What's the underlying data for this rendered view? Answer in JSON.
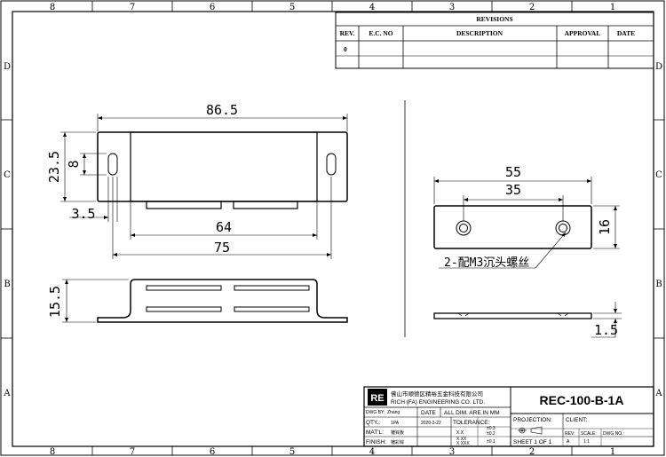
{
  "zones": {
    "top": [
      "8",
      "7",
      "6",
      "5",
      "4",
      "3",
      "2",
      "1"
    ],
    "bottom": [
      "8",
      "7",
      "6",
      "5",
      "4",
      "3",
      "2",
      "1"
    ],
    "side": [
      "D",
      "C",
      "B",
      "A"
    ]
  },
  "revisions": {
    "title": "REVISIONS",
    "headers": [
      "REV.",
      "E.C. NO",
      "DESCRIPTION",
      "APPROVAL",
      "DATE"
    ],
    "rows": [
      [
        "0",
        "",
        "",
        "",
        ""
      ]
    ]
  },
  "dimensions": {
    "overall_length": "86.5",
    "height": "23.5",
    "slot_length": "8",
    "slot_offset": "3.5",
    "body_length": "64",
    "mount_spacing": "75",
    "side_height": "15.5",
    "plate_length": "55",
    "hole_spacing": "35",
    "plate_height": "16",
    "plate_thickness": "1.5",
    "hole_note": "2-配M3沉头螺丝"
  },
  "title_block": {
    "logo": "RE",
    "company_cn": "佛山市顺德区精裕五金科技有限公司",
    "company_en": "RICH (FA) ENGINEERING CO. LTD.",
    "drawing_number": "REC-100-B-1A",
    "dwg_by_label": "DWG BY:",
    "dwg_by": "Zhang",
    "date_label": "DATE",
    "date": "2020-3-22",
    "all_dim": "ALL DIM. ARE IN MM",
    "qty_label": "QTY.:",
    "qty": "1PA",
    "matl_label": "MAT'L:",
    "matl": "镀锌板",
    "finish_label": "FINISH:",
    "finish": "镀彩锌",
    "tolerance_label": "TOLERANCE:",
    "tolerances": [
      [
        "X.X",
        "±0.3"
      ],
      [
        "X.XX",
        "±0.2"
      ],
      [
        "X.XXX",
        "±0.1"
      ]
    ],
    "projection_label": "PROJECTION:",
    "client_label": "CLIENT:",
    "rev_label": "REV:",
    "rev": "A",
    "scale_label": "SCALE:",
    "scale": "1:1",
    "dwg_no_label": "DWG NO.:",
    "sheet": "SHEET 1 OF 1"
  }
}
